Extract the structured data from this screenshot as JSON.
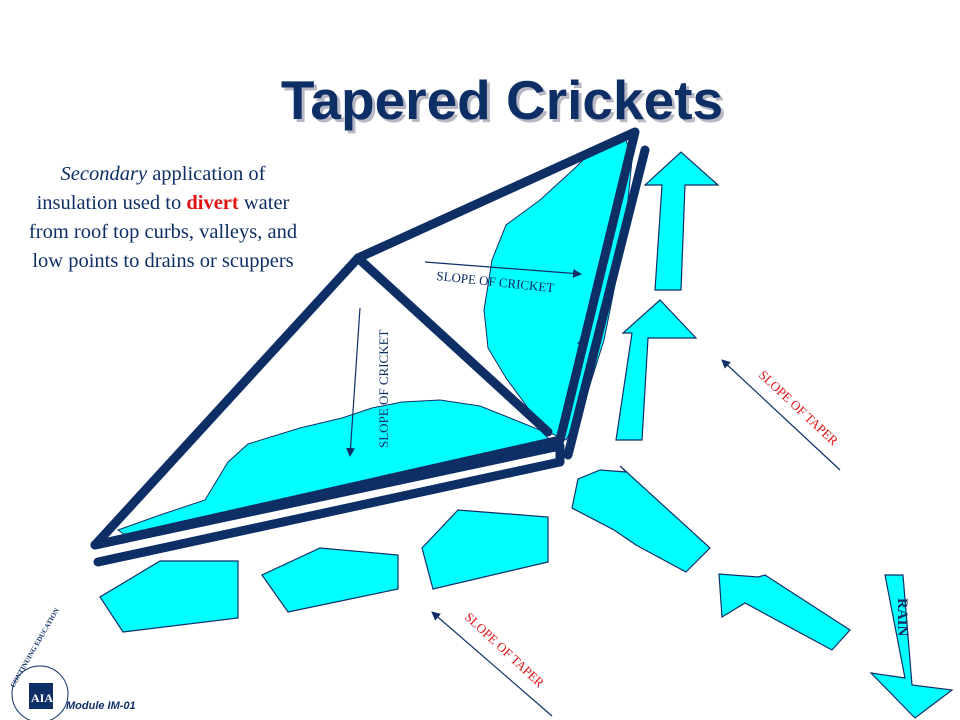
{
  "slide": {
    "title": "Tapered Crickets",
    "description": {
      "part1": "Secondary",
      "part2": " application of insulation used to ",
      "part3": "divert",
      "part4": " water from roof top curbs, valleys, and low points to drains or scuppers"
    },
    "footer": "Module IM-01"
  },
  "diagram": {
    "labels": {
      "slope_of_cricket_horizontal": "SLOPE OF CRICKET",
      "slope_of_cricket_vertical": "SLOPE OF CRICKET",
      "slope_of_taper_upper": "SLOPE OF TAPER",
      "slope_of_taper_lower": "SLOPE OF TAPER",
      "rain": "RAIN"
    },
    "logo": {
      "ring_text": "CONTINUING EDUCATION",
      "mark": "AIA"
    },
    "colors": {
      "water": "#00ffff",
      "frame": "#0e2f66",
      "label_red": "#e01414",
      "title": "#0e2f66"
    }
  }
}
